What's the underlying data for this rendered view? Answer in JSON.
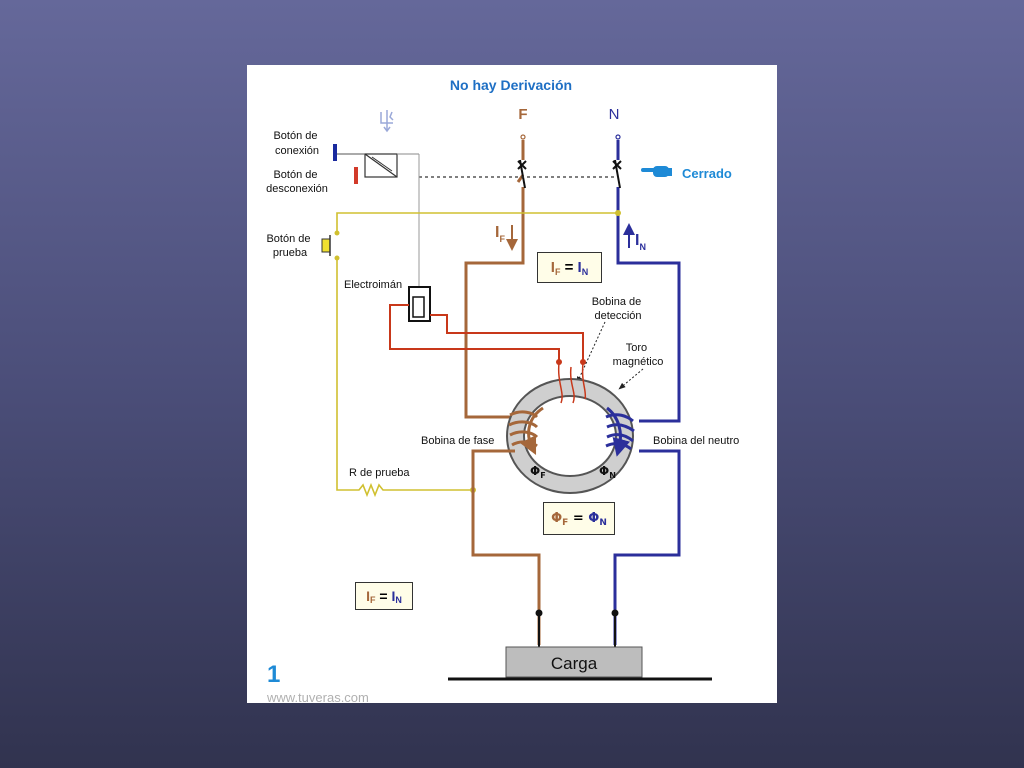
{
  "title": "No hay Derivación",
  "labels": {
    "fase": "F",
    "neutro": "N",
    "boton_conexion": [
      "Botón de",
      "conexión"
    ],
    "boton_desconexion": [
      "Botón de",
      "desconexión"
    ],
    "boton_prueba": [
      "Botón de",
      "prueba"
    ],
    "estado": "Cerrado",
    "electroiman": "Electroimán",
    "bobina_deteccion": [
      "Bobina de",
      "detección"
    ],
    "toro": [
      "Toro",
      "magnético"
    ],
    "bobina_fase": "Bobina de fase",
    "bobina_neutro": "Bobina del neutro",
    "r_prueba": "R de prueba",
    "carga": "Carga",
    "slide_number": "1",
    "website": "www.tuveras.com"
  },
  "currents": {
    "i_symbol": "I",
    "sub_f": "F",
    "sub_n": "N",
    "equals": "="
  },
  "flux": {
    "phi_symbol": "Φ",
    "sub_f": "F",
    "sub_n": "N",
    "equals": "="
  },
  "colors": {
    "title": "#1e6fc4",
    "phase_wire": "#a5673a",
    "neutral_wire": "#2b2f9b",
    "test_wire": "#d0c030",
    "coil_wire": "#c8381a",
    "accent": "#1e6fc4"
  }
}
